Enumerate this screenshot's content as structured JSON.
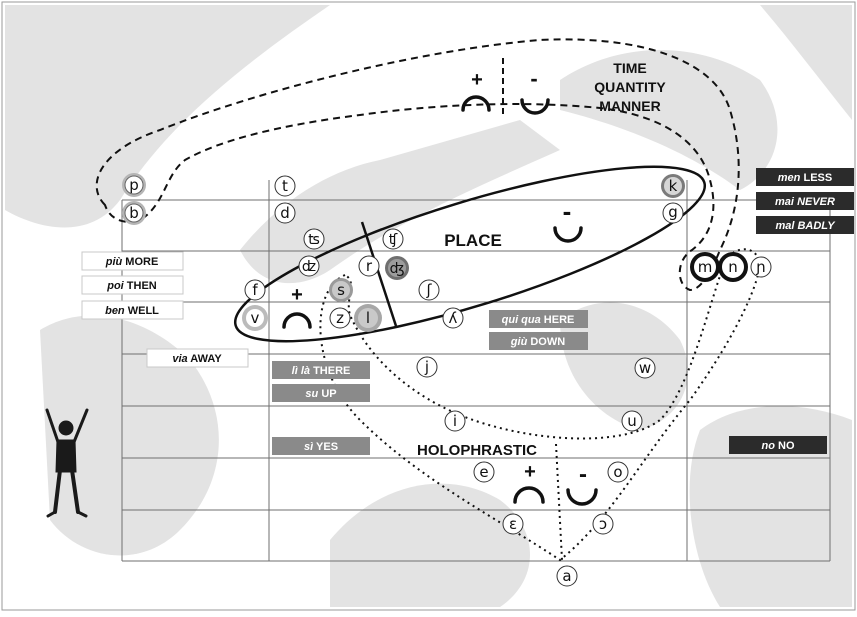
{
  "categories": {
    "time": "TIME",
    "quantity": "QUANTITY",
    "manner": "MANNER",
    "place": "PLACE",
    "holophrastic": "HOLOPHRASTIC"
  },
  "signs": {
    "plus": "+",
    "minus": "-"
  },
  "phonemes": {
    "p": "p",
    "b": "b",
    "t": "t",
    "d": "d",
    "k": "k",
    "g": "g",
    "ts": "ʦ",
    "dz": "ʣ",
    "tsh": "ʧ",
    "dzh": "ʤ",
    "r": "r",
    "sh": "ʃ",
    "s": "s",
    "z": "z",
    "l": "l",
    "lj": "ʎ",
    "f": "f",
    "v": "v",
    "m": "m",
    "n": "n",
    "nj": "ɲ",
    "j": "j",
    "w": "w",
    "i": "i",
    "u": "u",
    "e": "e",
    "o": "o",
    "eps": "ɛ",
    "oo": "ɔ",
    "a": "a"
  },
  "labels": {
    "piu": {
      "italian": "più",
      "english": "MORE"
    },
    "poi": {
      "italian": "poi",
      "english": "THEN"
    },
    "ben": {
      "italian": "ben",
      "english": "WELL"
    },
    "via": {
      "italian": "via",
      "english": "AWAY"
    },
    "lila": {
      "italian": "lì là",
      "english": "THERE"
    },
    "su": {
      "italian": "su",
      "english": "UP"
    },
    "si": {
      "italian": "sì",
      "english": "YES"
    },
    "quiqua": {
      "italian": "qui qua",
      "english": "HERE"
    },
    "giu": {
      "italian": "giù",
      "english": "DOWN"
    },
    "men": {
      "italian": "men",
      "english": "LESS"
    },
    "mai_never": {
      "italian": "mai",
      "english": "NEVER"
    },
    "mal": {
      "italian": "mal",
      "english": "BADLY"
    },
    "no": {
      "italian": "no",
      "english": "NO"
    }
  },
  "colors": {
    "label_dark": "#2b2b2b",
    "label_mid": "#8a8a8a",
    "label_white": "#ffffff",
    "watermark": "#e3e3e3"
  }
}
